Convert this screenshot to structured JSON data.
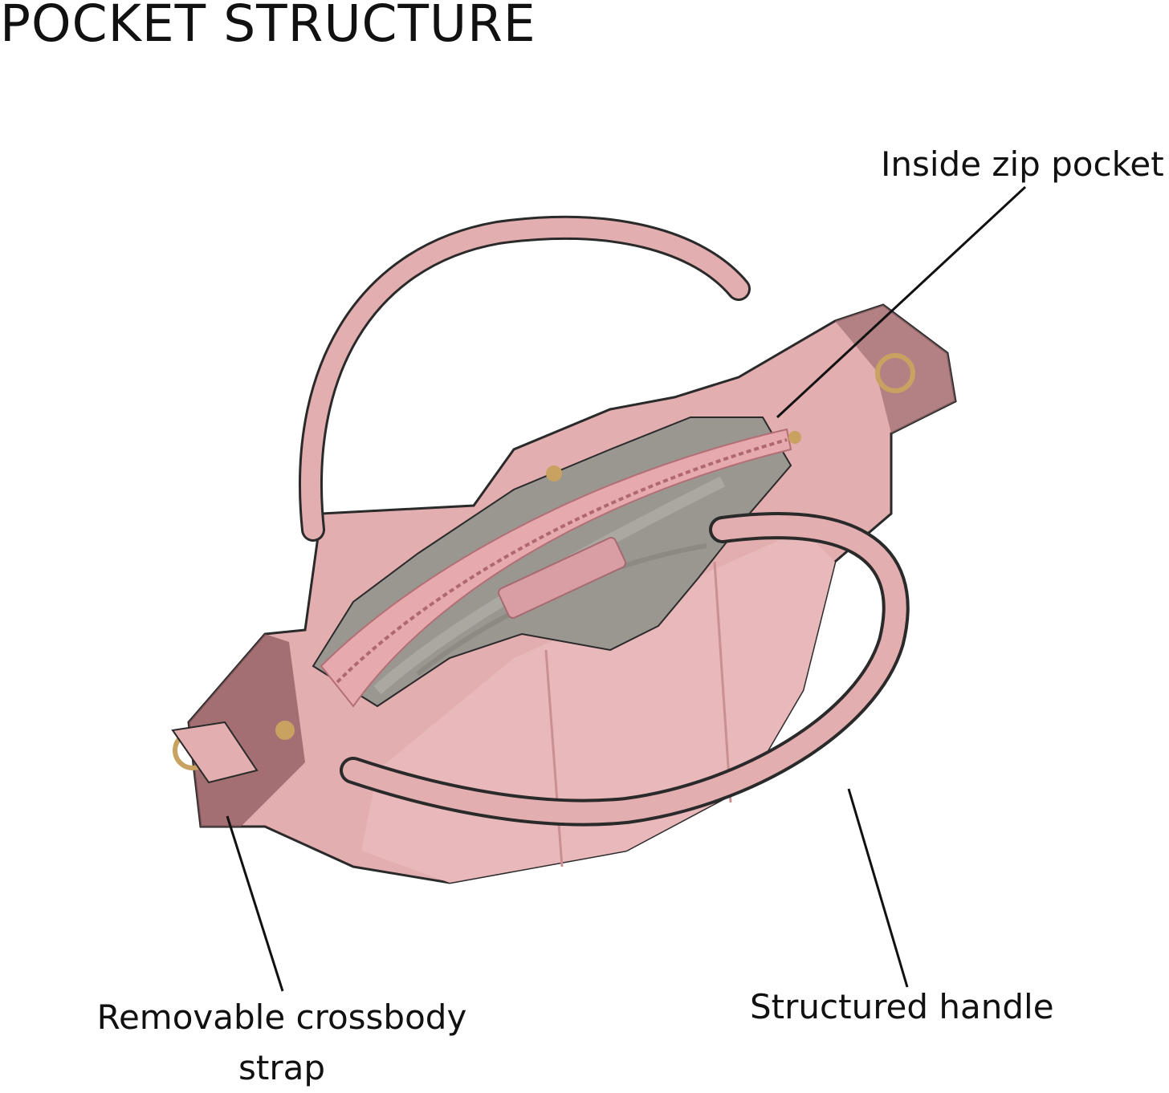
{
  "title": "POCKET STRUCTURE",
  "callouts": {
    "zip_pocket": "Inside zip pocket",
    "crossbody_strap": "Removable crossbody strap",
    "handle": "Structured handle"
  },
  "colors": {
    "leather": "#e3aeb0",
    "leather_dark": "#c98f93",
    "lining": "#9a9690",
    "edge": "#2a2a2a",
    "hardware": "#c9a262"
  }
}
